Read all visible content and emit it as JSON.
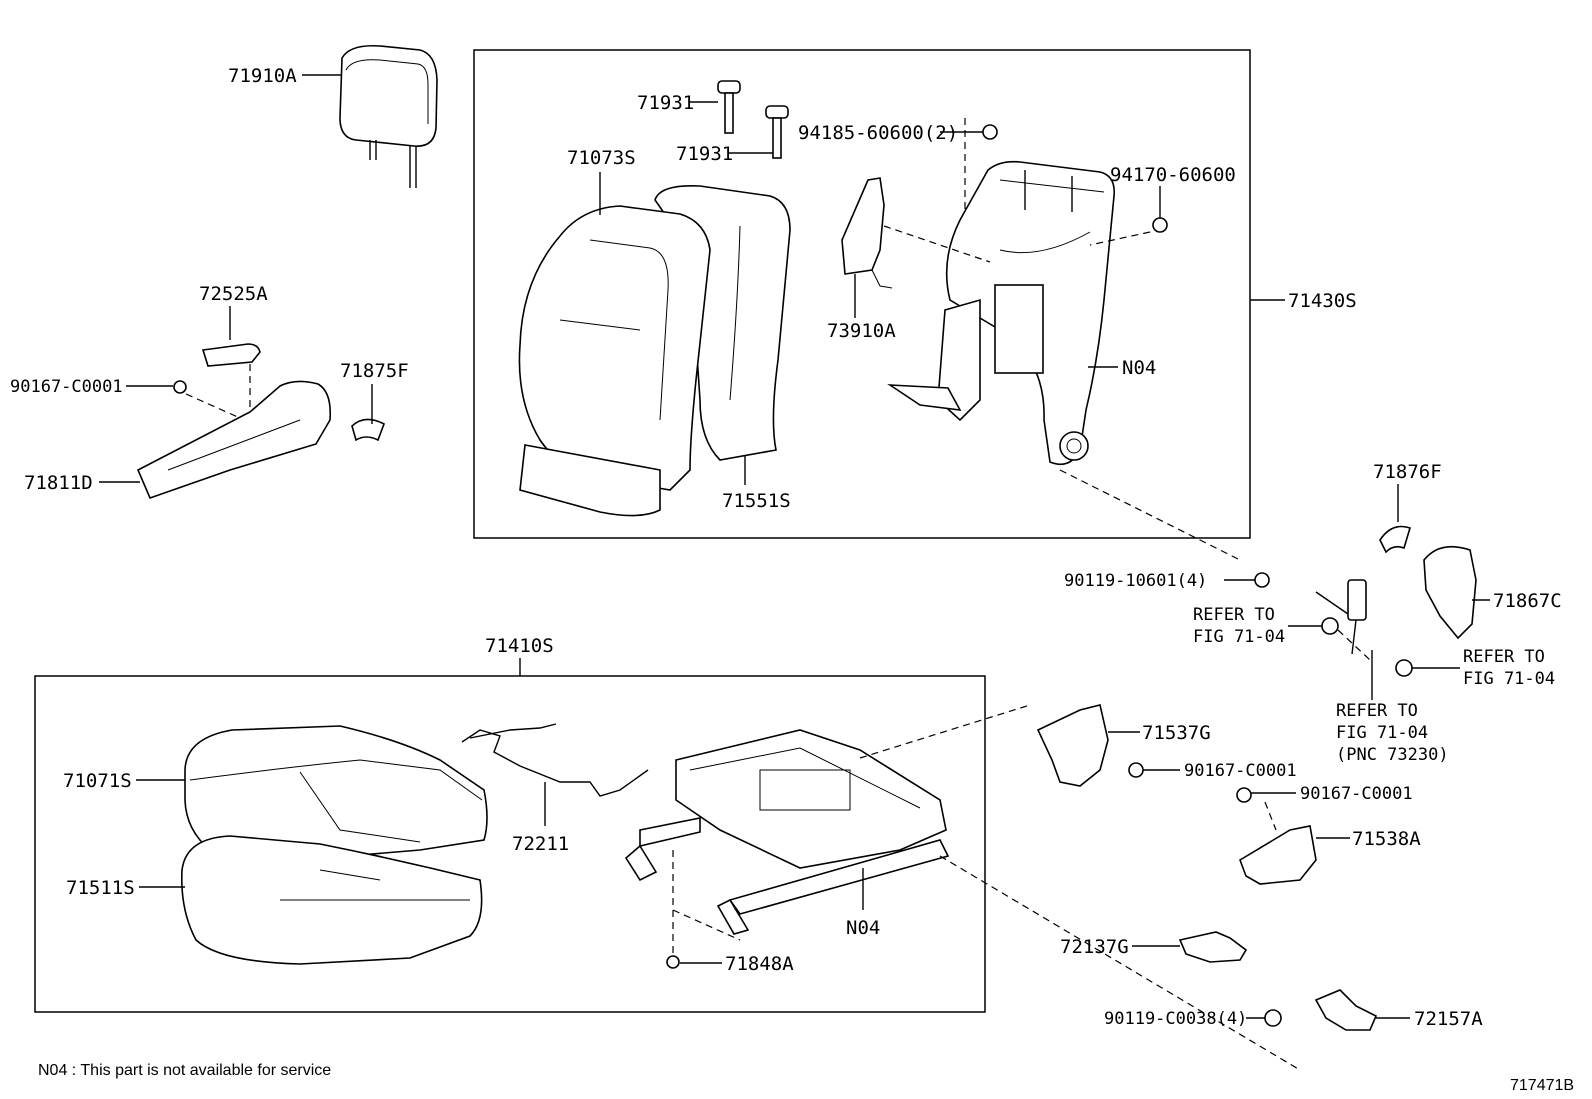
{
  "labels": {
    "p71910A": "71910A",
    "p71931a": "71931",
    "p71931b": "71931",
    "p94185": "94185-60600(2)",
    "p71073S": "71073S",
    "p94170": "94170-60600",
    "p71430S": "71430S",
    "p73910A": "73910A",
    "p72525A": "72525A",
    "p90167a": "90167-C0001",
    "p71875F": "71875F",
    "p71811D": "71811D",
    "pN04a": "N04",
    "p71551S": "71551S",
    "p71876F": "71876F",
    "p90119a": "90119-10601(4)",
    "p71867C": "71867C",
    "refer1a": "REFER TO",
    "refer1b": "FIG 71-04",
    "refer2a": "REFER TO",
    "refer2b": "FIG 71-04",
    "refer3a": "REFER TO",
    "refer3b": "FIG 71-04",
    "refer3c": "(PNC 73230)",
    "p71410S": "71410S",
    "p71537G": "71537G",
    "p90167b": "90167-C0001",
    "p90167c": "90167-C0001",
    "p71538A": "71538A",
    "p71071S": "71071S",
    "p72211": "72211",
    "p71511S": "71511S",
    "pN04b": "N04",
    "p71848A": "71848A",
    "p72137G": "72137G",
    "p90119b": "90119-C0038(4)",
    "p72157A": "72157A"
  },
  "footer": {
    "note": "N04 : This part is not available for service",
    "diagram_id": "717471B"
  }
}
